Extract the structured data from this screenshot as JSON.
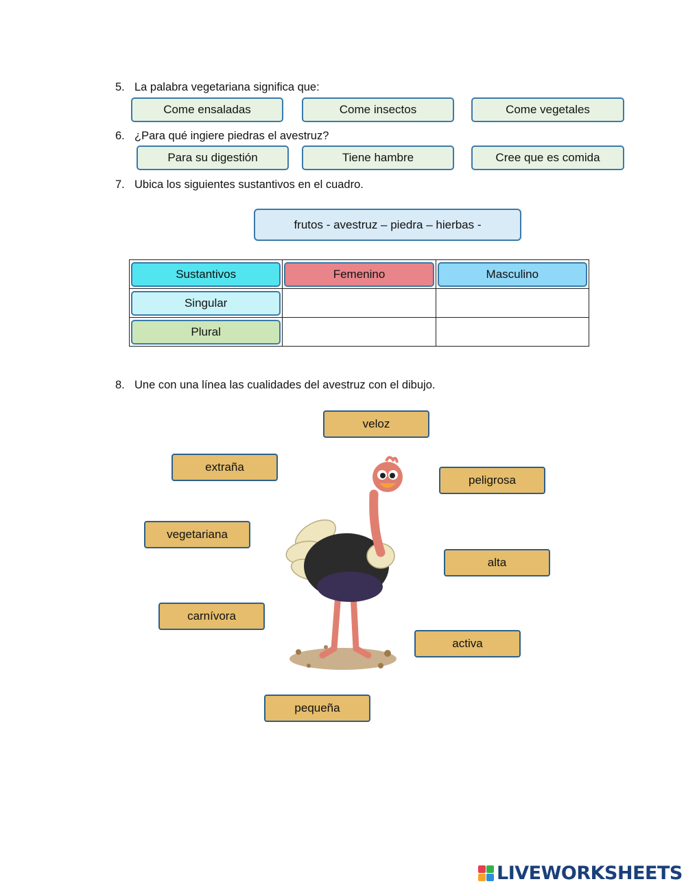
{
  "q5": {
    "number": "5.",
    "text": "La palabra vegetariana significa que:",
    "options": [
      "Come ensaladas",
      "Come insectos",
      "Come vegetales"
    ]
  },
  "q6": {
    "number": "6.",
    "text": "¿Para qué ingiere piedras el avestruz?",
    "options": [
      "Para su digestión",
      "Tiene hambre",
      "Cree que es comida"
    ]
  },
  "q7": {
    "number": "7.",
    "text": "Ubica los siguientes sustantivos en el cuadro.",
    "words": "frutos - avestruz – piedra – hierbas -",
    "table": {
      "header": [
        "Sustantivos",
        "Femenino",
        "Masculino"
      ],
      "rows": [
        "Singular",
        "Plural"
      ]
    }
  },
  "q8": {
    "number": "8.",
    "text": "Une con una línea las cualidades del avestruz con el dibujo.",
    "tags": [
      "veloz",
      "extraña",
      "peligrosa",
      "vegetariana",
      "alta",
      "carnívora",
      "activa",
      "pequeña"
    ]
  },
  "footer": {
    "brand": "LIVEWORKSHEETS",
    "logo_icon": "liveworksheets-logo-icon"
  },
  "colors": {
    "option_bg": "#e8f2e2",
    "option_border": "#3a7aa8",
    "header_sustantivos": "#52e5f0",
    "header_femenino": "#e8848a",
    "header_masculino": "#8fd8f8",
    "singular": "#c8f3f8",
    "plural": "#cde6b8",
    "tag_bg": "#e5bd6c"
  }
}
